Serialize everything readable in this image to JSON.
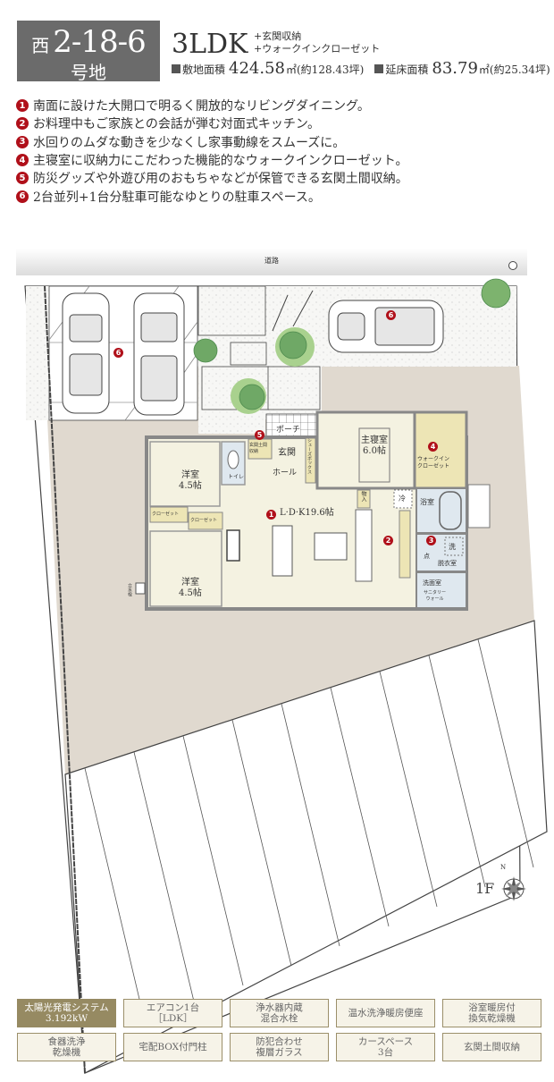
{
  "header": {
    "lot_prefix": "西",
    "lot_number": "2-18-6",
    "lot_suffix": "号地",
    "plan_type": "3LDK",
    "plan_extras": [
      "+玄関収納",
      "+ウォークインクローゼット"
    ],
    "site_area_label": "敷地面積",
    "site_area_value": "424.58",
    "site_area_unit": "㎡(約128.43坪)",
    "floor_area_label": "延床面積",
    "floor_area_value": "83.79",
    "floor_area_unit": "㎡(約25.34坪)"
  },
  "features": [
    {
      "num": "1",
      "text": "南面に設けた大開口で明るく開放的なリビングダイニング。"
    },
    {
      "num": "2",
      "text": "お料理中もご家族との会話が弾む対面式キッチン。"
    },
    {
      "num": "3",
      "text": "水回りのムダな動きを少なくし家事動線をスムーズに。"
    },
    {
      "num": "4",
      "text": "主寝室に収納力にこだわった機能的なウォークインクローゼット。"
    },
    {
      "num": "5",
      "text": "防災グッズや外遊び用のおもちゃなどが保管できる玄関土間収納。"
    },
    {
      "num": "6",
      "text": "2台並列+1台分駐車可能なゆとりの駐車スペース。"
    }
  ],
  "plan": {
    "road_label": "道路",
    "porch_label": "ポーチ",
    "entrance_label": "玄関",
    "entrance_storage_label": "玄関土間収納",
    "shoebox_label": "シューズボックス",
    "hall_label": "ホール",
    "toilet_label": "トイレ",
    "western_room_1": {
      "name": "洋室",
      "size": "4.5帖"
    },
    "western_room_2": {
      "name": "洋室",
      "size": "4.5帖"
    },
    "closet_label": "クローゼット",
    "ldk_label": "L·D·K19.6帖",
    "master_bedroom": {
      "name": "主寝室",
      "size": "6.0帖"
    },
    "wic_label": [
      "ウォークイン",
      "クローゼット"
    ],
    "storage_label": "物入",
    "fridge_label": "冷",
    "bath_label": "浴室",
    "laundry_label": "洗",
    "inspection_label": "点",
    "dressing_label": "脱衣室",
    "washroom_label": "洗面室",
    "sanitary_label": [
      "サニタリー",
      "ウォール"
    ],
    "faucet_label": "立水栓",
    "floor": "1F",
    "compass": "N",
    "badges": {
      "b1": "1",
      "b2": "2",
      "b3": "3",
      "b4": "4",
      "b5": "5",
      "b6a": "6",
      "b6b": "6"
    }
  },
  "equipment": [
    {
      "label": "太陽光発電システム\n3.192kW",
      "highlight": true
    },
    {
      "label": "エアコン1台\n［LDK］",
      "highlight": false
    },
    {
      "label": "浄水器内蔵\n混合水栓",
      "highlight": false
    },
    {
      "label": "温水洗浄暖房便座",
      "highlight": false
    },
    {
      "label": "浴室暖房付\n換気乾燥機",
      "highlight": false
    },
    {
      "label": "食器洗浄\n乾燥機",
      "highlight": false
    },
    {
      "label": "宅配BOX付門柱",
      "highlight": false
    },
    {
      "label": "防犯合わせ\n複層ガラス",
      "highlight": false
    },
    {
      "label": "カースペース\n3台",
      "highlight": false
    },
    {
      "label": "玄関土間収納",
      "highlight": false
    }
  ],
  "colors": {
    "lot_box": "#6b6b6b",
    "badge_red": "#b0101a",
    "yard": "#e0d9cf",
    "house_floor": "#f4f2e1",
    "storage_yellow": "#ede5b5",
    "wet_blue": "#dfe8ef",
    "equip_highlight": "#968a62",
    "equip_bg": "#f6f3e8"
  }
}
